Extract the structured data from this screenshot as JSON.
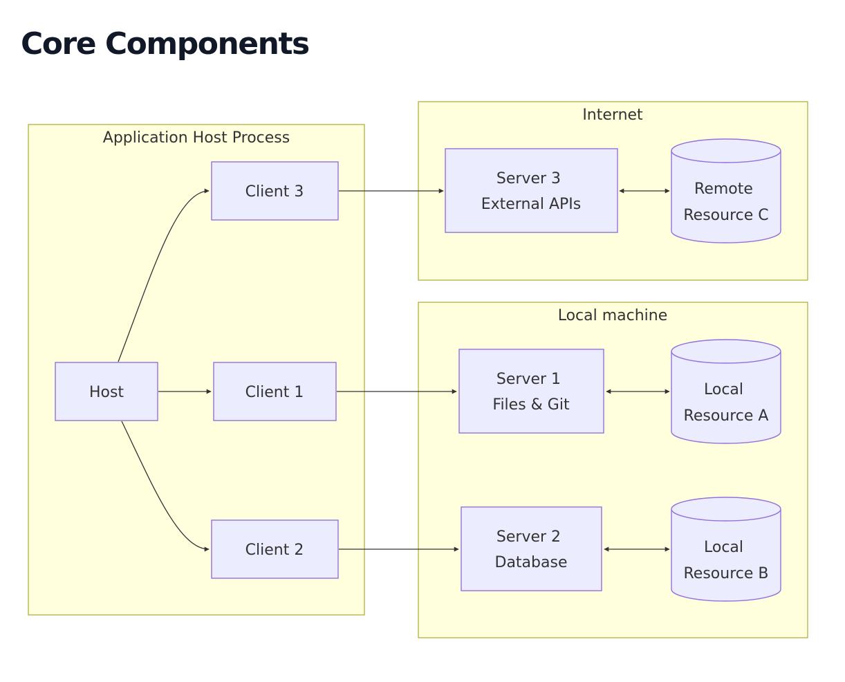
{
  "title": "Core Components",
  "groups": {
    "host_process": {
      "label": "Application Host Process"
    },
    "internet": {
      "label": "Internet"
    },
    "local_machine": {
      "label": "Local machine"
    }
  },
  "nodes": {
    "host": {
      "lines": [
        "Host"
      ]
    },
    "client1": {
      "lines": [
        "Client 1"
      ]
    },
    "client2": {
      "lines": [
        "Client 2"
      ]
    },
    "client3": {
      "lines": [
        "Client 3"
      ]
    },
    "server1": {
      "lines": [
        "Server 1",
        "Files & Git"
      ]
    },
    "server2": {
      "lines": [
        "Server 2",
        "Database"
      ]
    },
    "server3": {
      "lines": [
        "Server 3",
        "External APIs"
      ]
    },
    "resource_a": {
      "lines": [
        "Local",
        "Resource A"
      ]
    },
    "resource_b": {
      "lines": [
        "Local",
        "Resource B"
      ]
    },
    "resource_c": {
      "lines": [
        "Remote",
        "Resource C"
      ]
    }
  },
  "edges": [
    {
      "from": "host",
      "to": "client1",
      "type": "arrow"
    },
    {
      "from": "host",
      "to": "client2",
      "type": "arrow"
    },
    {
      "from": "host",
      "to": "client3",
      "type": "arrow"
    },
    {
      "from": "client1",
      "to": "server1",
      "type": "arrow"
    },
    {
      "from": "client2",
      "to": "server2",
      "type": "arrow"
    },
    {
      "from": "client3",
      "to": "server3",
      "type": "arrow"
    },
    {
      "from": "server1",
      "to": "resource_a",
      "type": "bidirectional"
    },
    {
      "from": "server2",
      "to": "resource_b",
      "type": "bidirectional"
    },
    {
      "from": "server3",
      "to": "resource_c",
      "type": "bidirectional"
    }
  ],
  "colors": {
    "group_fill": "#ffffde",
    "group_stroke": "#aaaa33",
    "node_fill": "#ececff",
    "node_stroke": "#9370db",
    "edge": "#333333",
    "text": "#333333",
    "title": "#111827"
  }
}
